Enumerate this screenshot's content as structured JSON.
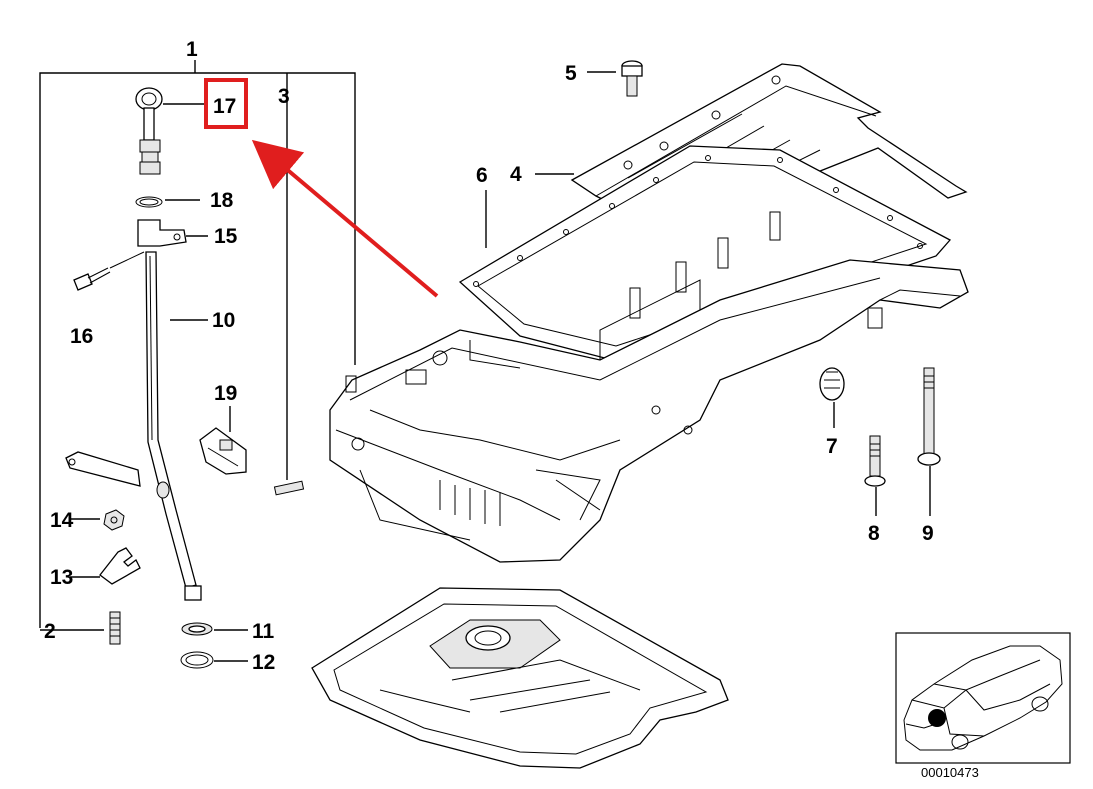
{
  "callouts": {
    "p1": "1",
    "p2": "2",
    "p3": "3",
    "p4": "4",
    "p5": "5",
    "p6": "6",
    "p7": "7",
    "p8": "8",
    "p9": "9",
    "p10": "10",
    "p11": "11",
    "p12": "12",
    "p13": "13",
    "p14": "14",
    "p15": "15",
    "p16": "16",
    "p17": "17",
    "p18": "18",
    "p19": "19"
  },
  "highlight": {
    "part": "17",
    "color": "#e01e1e"
  },
  "inset": {
    "code": "00010473"
  }
}
